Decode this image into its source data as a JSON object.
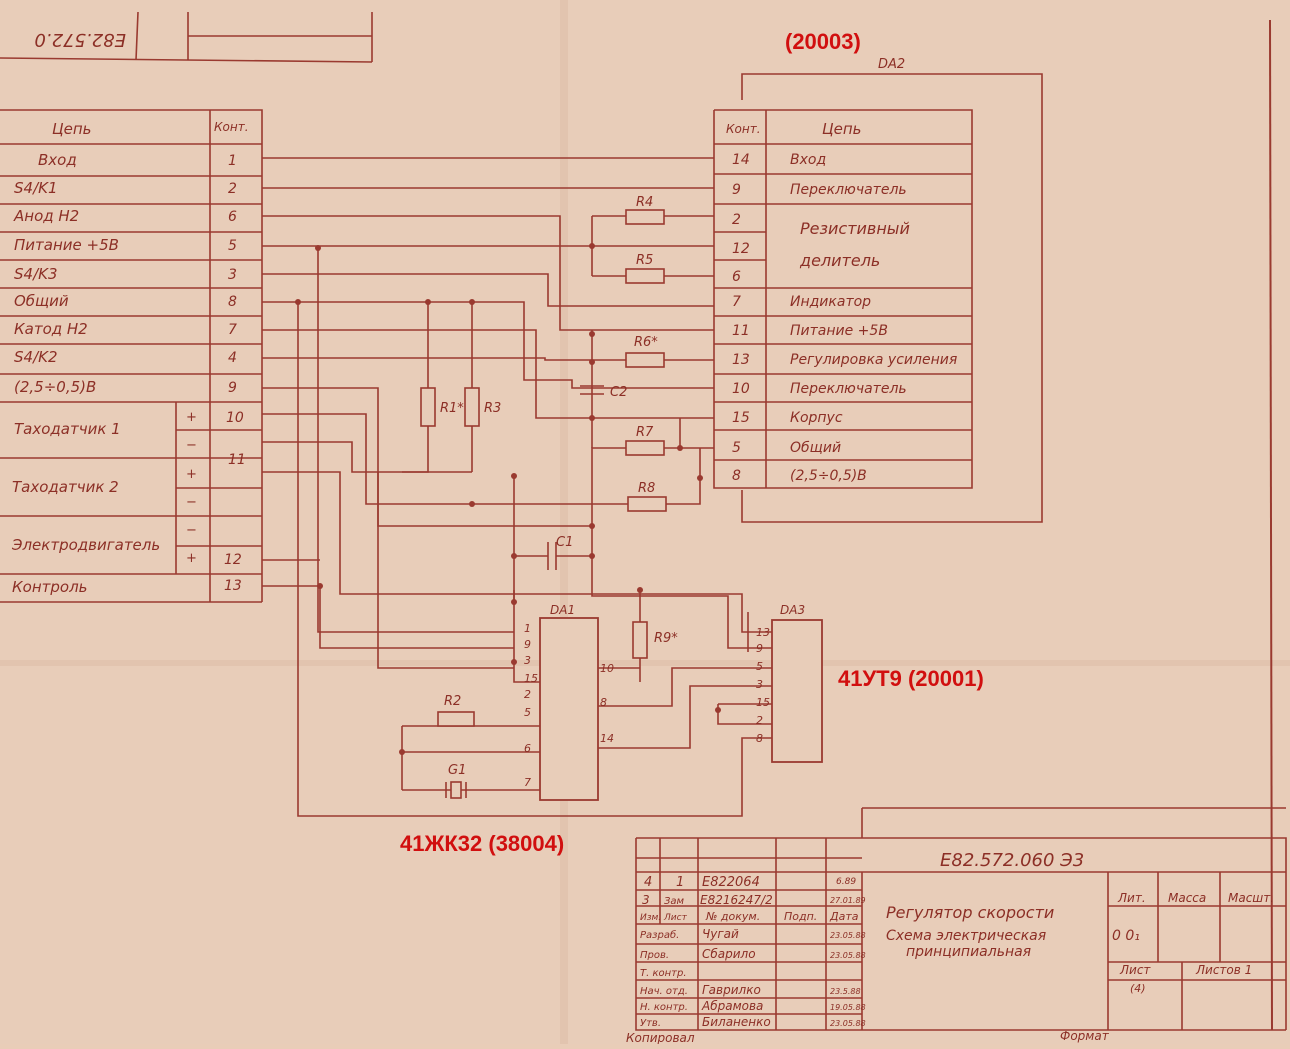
{
  "doc_code_top": "E82.572.0",
  "callouts": {
    "da2_code": "(20003)",
    "da3_code": "41УТ9 (20001)",
    "da1_code": "41ЖК32 (38004)"
  },
  "left_table": {
    "col_chain": "Цепь",
    "col_contact": "Конт.",
    "rows": [
      {
        "name": "Вход",
        "contact": "1"
      },
      {
        "name": "S4/K1",
        "contact": "2"
      },
      {
        "name": "Анод Н2",
        "contact": "6"
      },
      {
        "name": "Питание +5В",
        "contact": "5"
      },
      {
        "name": "S4/K3",
        "contact": "3"
      },
      {
        "name": "Общий",
        "contact": "8"
      },
      {
        "name": "Катод Н2",
        "contact": "7"
      },
      {
        "name": "S4/K2",
        "contact": "4"
      },
      {
        "name": "(2,5÷0,5)В",
        "contact": "9"
      }
    ],
    "groups": [
      {
        "name": "Таходатчик 1",
        "plus": "+",
        "minus": "−",
        "contact_a": "10",
        "contact_b": "11"
      },
      {
        "name": "Таходатчик 2",
        "plus": "+",
        "minus": "−"
      },
      {
        "name": "Электродвигатель",
        "plus": "+",
        "minus": "−",
        "contact": "12"
      }
    ],
    "last_row": {
      "name": "Контроль",
      "contact": "13"
    }
  },
  "right_table": {
    "title": "DA2",
    "col_contact": "Конт.",
    "col_chain": "Цепь",
    "rows": [
      {
        "contact": "14",
        "name": "Вход"
      },
      {
        "contact": "9",
        "name": "Переключатель"
      },
      {
        "contact": "2",
        "name": ""
      },
      {
        "contact": "12",
        "name": ""
      },
      {
        "contact": "6",
        "name": ""
      },
      {
        "contact": "7",
        "name": "Индикатор"
      },
      {
        "contact": "11",
        "name": "Питание +5В"
      },
      {
        "contact": "13",
        "name": "Регулировка усиления"
      },
      {
        "contact": "10",
        "name": "Переключатель"
      },
      {
        "contact": "15",
        "name": "Корпус"
      },
      {
        "contact": "5",
        "name": "Общий"
      },
      {
        "contact": "8",
        "name": "(2,5÷0,5)В"
      }
    ],
    "divider_line1": "Резистивный",
    "divider_line2": "делитель"
  },
  "components": {
    "R4": "R4",
    "R5": "R5",
    "R6": "R6*",
    "C2": "C2",
    "R7": "R7",
    "R8": "R8",
    "R1": "R1*",
    "R3": "R3",
    "C1": "C1",
    "R9": "R9*",
    "R2": "R2",
    "G1": "G1",
    "DA1": "DA1",
    "DA3": "DA3"
  },
  "da1_pins_left": [
    "1",
    "9",
    "3",
    "15",
    "2",
    "5",
    "6",
    "7"
  ],
  "da1_pins_right": [
    "10",
    "8",
    "14"
  ],
  "da3_pins": [
    "13",
    "9",
    "5",
    "3",
    "15",
    "2",
    "8"
  ],
  "title_block": {
    "designation": "Е82.572.060 Э3",
    "title_line1": "Регулятор скорости",
    "title_line2": "Схема электрическая",
    "title_line3": "принципиальная",
    "lit": "Лит.",
    "mass": "Масса",
    "scale": "Масшт.",
    "sheet": "Лист",
    "sheets": "Листов 1",
    "sheet_no": "(4)",
    "lit_values": "0 0₁",
    "format": "Формат",
    "copied": "Копировал",
    "rev_rows": [
      {
        "a": "4",
        "b": "1",
        "doc": "Е822064",
        "date": "6.89"
      },
      {
        "a": "3",
        "b": "Зам",
        "doc": "Е8216247/2",
        "date": "27.01.89"
      }
    ],
    "header": {
      "izm": "Изм.",
      "list": "Лист",
      "doc": "№ докум.",
      "sign": "Подп.",
      "date": "Дата"
    },
    "people": [
      {
        "role": "Разраб.",
        "name": "Чугай",
        "date": "23.05.88"
      },
      {
        "role": "Пров.",
        "name": "Сбарило",
        "date": "23.05.88"
      },
      {
        "role": "Т. контр.",
        "name": "",
        "date": ""
      },
      {
        "role": "Нач. отд.",
        "name": "Гаврилко",
        "date": "23.5.88"
      },
      {
        "role": "Н. контр.",
        "name": "Абрамова",
        "date": "19.05.88"
      },
      {
        "role": "Утв.",
        "name": "Биланенко",
        "date": "23.05.88"
      }
    ]
  }
}
